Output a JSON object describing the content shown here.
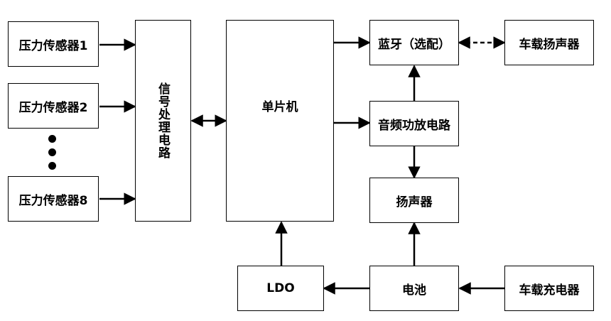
{
  "blocks": {
    "sensor1": "压力传感器1",
    "sensor2": "压力传感器2",
    "sensor8": "压力传感器8",
    "signal_processing": "信号处理电路",
    "mcu": "单片机",
    "bluetooth": "蓝牙（选配）",
    "car_speaker": "车载扬声器",
    "amplifier": "音频功放电路",
    "speaker": "扬声器",
    "ldo": "LDO",
    "battery": "电池",
    "car_charger": "车载充电器"
  }
}
